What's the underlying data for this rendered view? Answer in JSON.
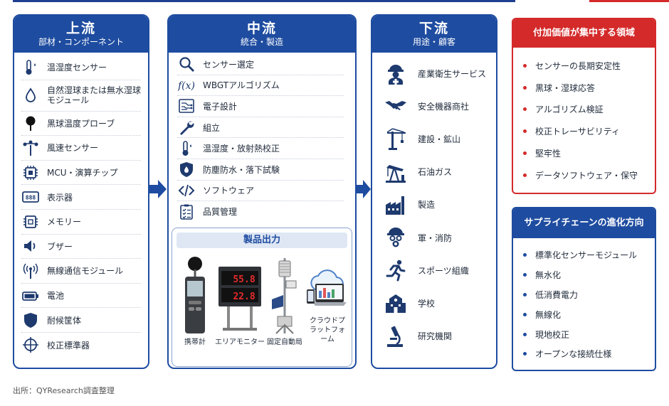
{
  "colors": {
    "primary": "#1e4ca0",
    "accent": "#d42a2a"
  },
  "upstream": {
    "title": "上流",
    "subtitle": "部材・コンポーネント",
    "items": [
      {
        "label": "温湿度センサー",
        "icon": "thermometer-drop-icon"
      },
      {
        "label": "自然湿球または無水湿球モジュール",
        "icon": "water-drop-icon"
      },
      {
        "label": "黒球温度プローブ",
        "icon": "black-globe-probe-icon"
      },
      {
        "label": "風速センサー",
        "icon": "anemometer-icon"
      },
      {
        "label": "MCU・演算チップ",
        "icon": "chip-icon"
      },
      {
        "label": "表示器",
        "icon": "display-icon"
      },
      {
        "label": "メモリー",
        "icon": "memory-icon"
      },
      {
        "label": "ブザー",
        "icon": "speaker-icon"
      },
      {
        "label": "無線通信モジュール",
        "icon": "antenna-icon"
      },
      {
        "label": "電池",
        "icon": "battery-icon"
      },
      {
        "label": "耐候筐体",
        "icon": "shield-icon"
      },
      {
        "label": "校正標準器",
        "icon": "crosshair-icon"
      }
    ]
  },
  "midstream": {
    "title": "中流",
    "subtitle": "統合・製造",
    "items": [
      {
        "label": "センサー選定",
        "icon": "magnifier-icon"
      },
      {
        "label": "WBGTアルゴリズム",
        "icon": "function-icon"
      },
      {
        "label": "電子設計",
        "icon": "circuit-icon"
      },
      {
        "label": "組立",
        "icon": "wrench-icon"
      },
      {
        "label": "温湿度・放射熱校正",
        "icon": "thermometer-icon"
      },
      {
        "label": "防塵防水・落下試験",
        "icon": "shield-drop-icon"
      },
      {
        "label": "ソフトウェア",
        "icon": "code-icon"
      },
      {
        "label": "品質管理",
        "icon": "checklist-icon"
      }
    ],
    "products": {
      "title": "製品出力",
      "items": [
        {
          "label": "携帯計"
        },
        {
          "label": "エリアモニター",
          "display_top": "55.8",
          "display_bottom": "22.8"
        },
        {
          "label": "固定自動局"
        },
        {
          "label": "クラウドプラットフォーム"
        }
      ]
    }
  },
  "downstream": {
    "title": "下流",
    "subtitle": "用途・顧客",
    "items": [
      {
        "label": "産業衛生サービス",
        "icon": "worker-helmet-icon"
      },
      {
        "label": "安全機器商社",
        "icon": "handshake-icon"
      },
      {
        "label": "建設・鉱山",
        "icon": "crane-icon"
      },
      {
        "label": "石油ガス",
        "icon": "oil-pump-icon"
      },
      {
        "label": "製造",
        "icon": "factory-icon"
      },
      {
        "label": "軍・消防",
        "icon": "gas-mask-icon"
      },
      {
        "label": "スポーツ組織",
        "icon": "runner-icon"
      },
      {
        "label": "学校",
        "icon": "school-icon"
      },
      {
        "label": "研究機関",
        "icon": "microscope-icon"
      }
    ]
  },
  "value_area": {
    "title": "付加価値が集中する領域",
    "items": [
      "センサーの長期安定性",
      "黒球・湿球応答",
      "アルゴリズム検証",
      "校正トレーサビリティ",
      "堅牢性",
      "データソフトウェア・保守"
    ]
  },
  "supply_chain": {
    "title": "サプライチェーンの進化方向",
    "items": [
      "標準化センサーモジュール",
      "無水化",
      "低消費電力",
      "無線化",
      "現地校正",
      "オープンな接続仕様"
    ]
  },
  "source": "出所：QYResearch調査整理"
}
